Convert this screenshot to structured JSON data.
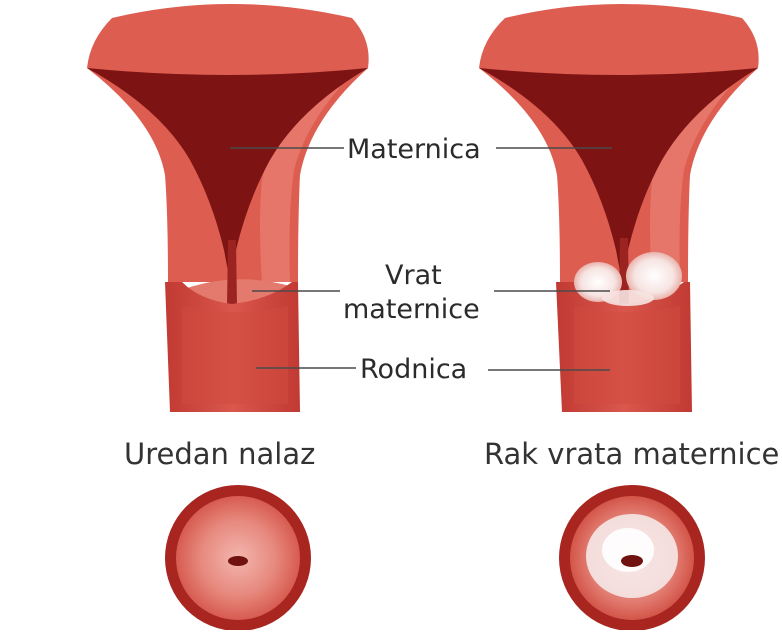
{
  "labels": {
    "uterus": "Maternica",
    "cervix_line1": "Vrat",
    "cervix_line2": "maternice",
    "vagina": "Rodnica"
  },
  "captions": {
    "normal": "Uredan nalaz",
    "cancer": "Rak vrata maternice"
  },
  "colors": {
    "tissue": "#d9574c",
    "tissue_light": "#e77b6f",
    "cavity_dark": "#7d1413",
    "canal": "#b7302b",
    "lesion": "#f7ecec",
    "leader_line": "#4a4a4a"
  }
}
